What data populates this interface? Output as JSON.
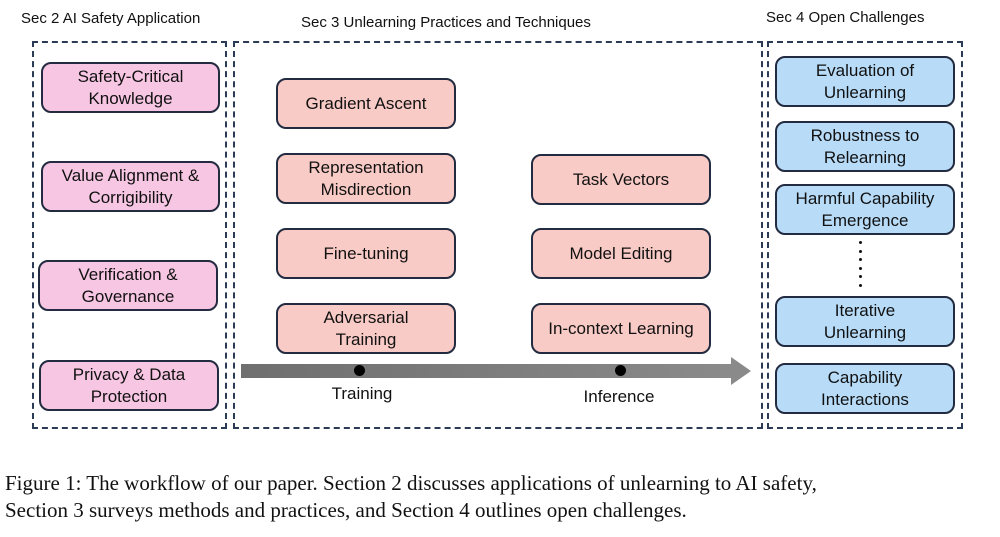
{
  "sections": {
    "sec2": {
      "title": "Sec 2 AI Safety Application",
      "items": [
        "Safety-Critical\nKnowledge",
        "Value Alignment &\nCorrigibility",
        "Verification &\nGovernance",
        "Privacy & Data\nProtection"
      ]
    },
    "sec3": {
      "title": "Sec 3 Unlearning Practices and Techniques",
      "training_items": [
        "Gradient Ascent",
        "Representation\nMisdirection",
        "Fine-tuning",
        "Adversarial\nTraining"
      ],
      "inference_items": [
        "Task Vectors",
        "Model Editing",
        "In-context Learning"
      ],
      "timeline": {
        "training_label": "Training",
        "inference_label": "Inference"
      }
    },
    "sec4": {
      "title": "Sec 4 Open Challenges",
      "items": [
        "Evaluation of\nUnlearning",
        "Robustness to\nRelearning",
        "Harmful Capability\nEmergence",
        "Iterative\nUnlearning",
        "Capability\nInteractions"
      ],
      "ellipsis": "⋮"
    }
  },
  "caption": {
    "line1": "Figure 1: The workflow of our paper. Section 2 discusses applications of unlearning to AI safety,",
    "line2": "Section 3 surveys methods and practices, and Section 4 outlines open challenges."
  },
  "colors": {
    "sec2_box": "#f7c6e3",
    "sec3_box": "#f9cbc6",
    "sec4_box": "#b8dcf8",
    "border": "#232b40",
    "dashed_border": "#2b3a55",
    "timeline": "#7a7a7a"
  }
}
